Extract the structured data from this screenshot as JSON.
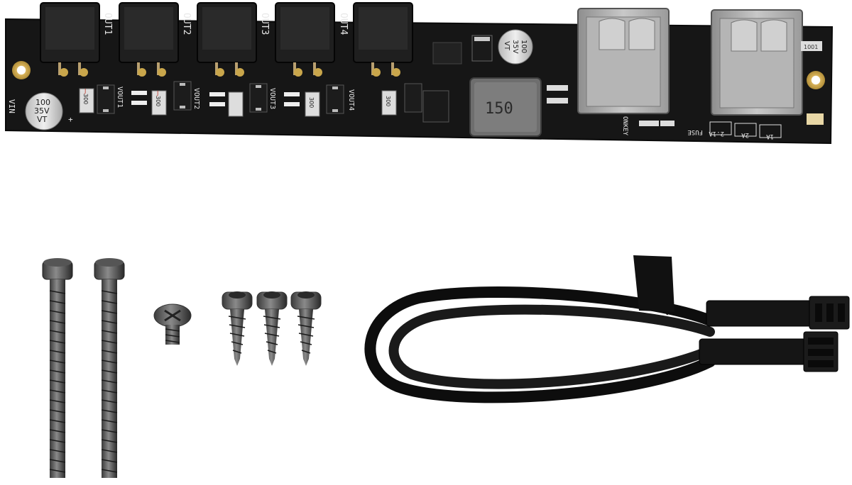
{
  "pcb": {
    "vin_label": "VIN",
    "plus_sign": "+",
    "input_cap": {
      "line1": "100",
      "line2": "35V",
      "line3": "VT"
    },
    "output_cap": {
      "line1": "100",
      "line2": "35V",
      "line3": "VT"
    },
    "inductor_label": "150",
    "header_labels": [
      "OUT1",
      "OUT2",
      "OUT3",
      "OUT4"
    ],
    "vout_labels": [
      "VOUT1",
      "VOUT2",
      "VOUT3",
      "VOUT4"
    ],
    "res_label": "300",
    "res_mark": "J",
    "onkey_label": "ONKEY",
    "fuse_label": "FUSE",
    "current_labels": [
      "2.1A",
      "2A",
      "1A"
    ],
    "small_res_label": "1001"
  },
  "accessories": {
    "long_screw_count": 2,
    "machine_screw_count": 1,
    "tapping_screw_count": 3,
    "cable": "black-cable-with-two-connectors"
  },
  "colors": {
    "background": "#ffffff",
    "pcb": "#161616",
    "silkscreen": "#e8e8e8",
    "gold": "#c9a64b",
    "metal": "#a8a8a8",
    "capacitor": "#d9d9d9",
    "cable": "#0d0d0d"
  }
}
